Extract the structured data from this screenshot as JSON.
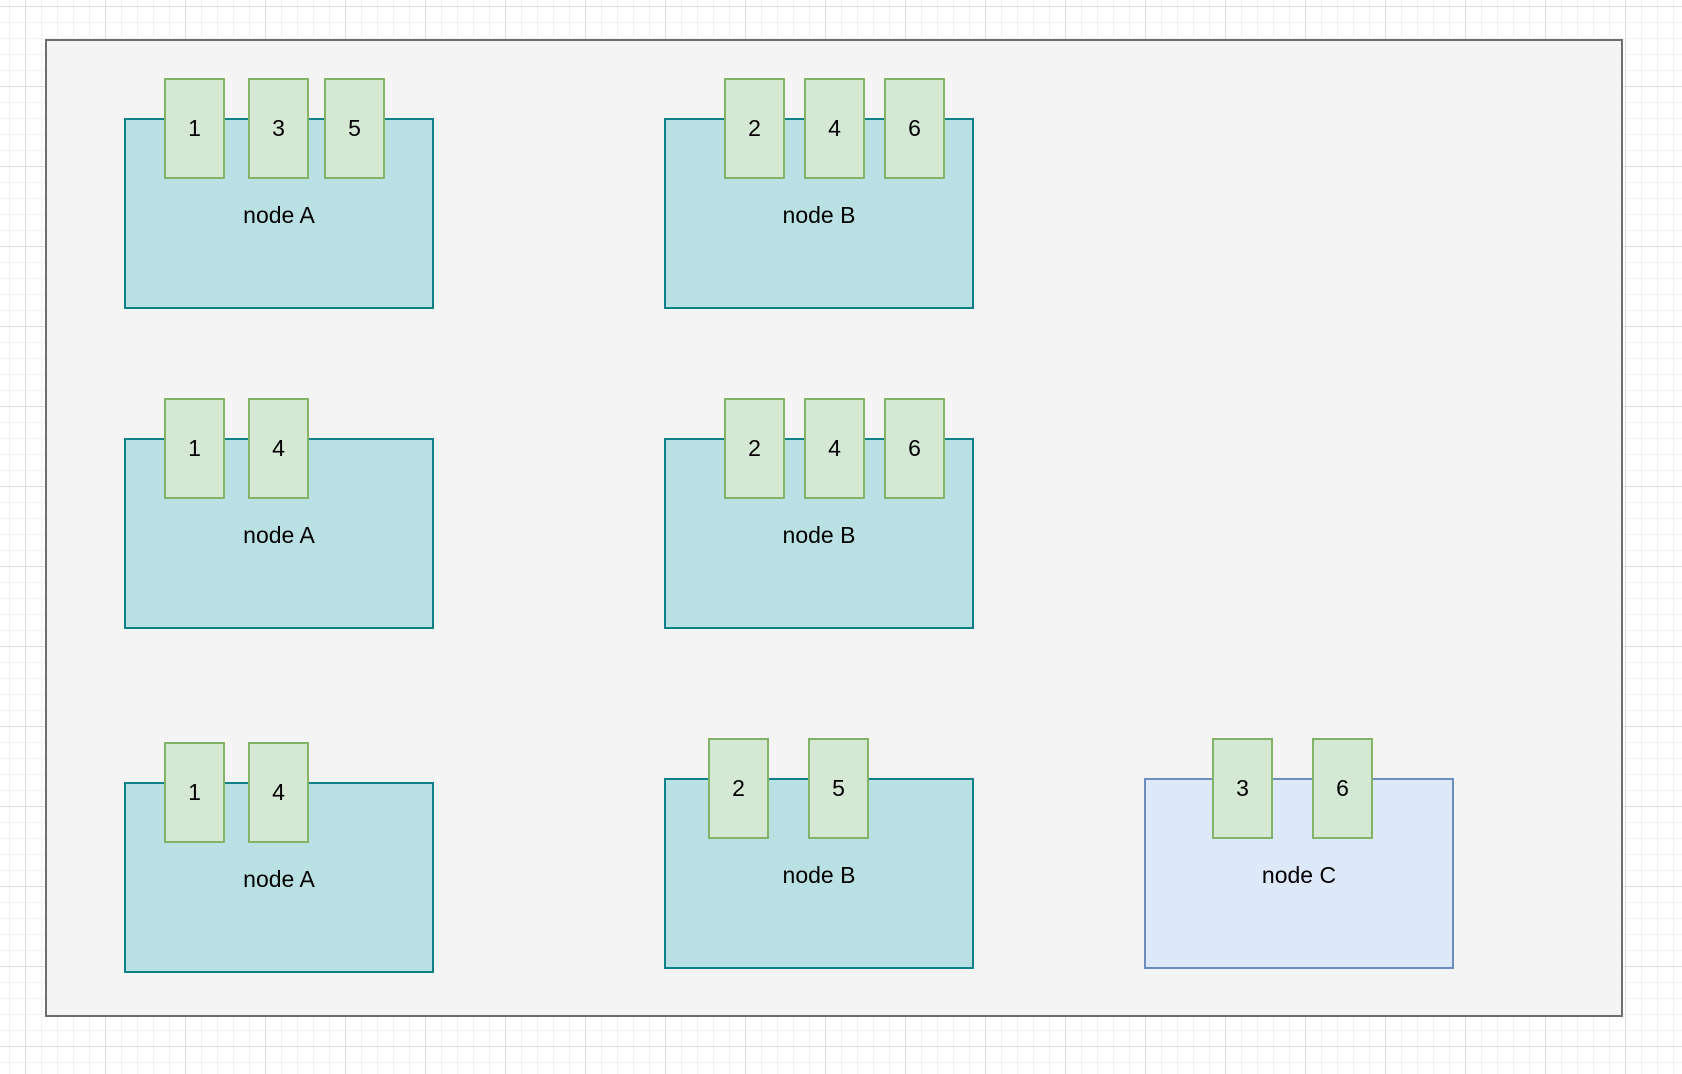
{
  "diagram": {
    "nodes": [
      {
        "label": "node A",
        "partitions": [
          "1",
          "3",
          "5"
        ]
      },
      {
        "label": "node B",
        "partitions": [
          "2",
          "4",
          "6"
        ]
      },
      {
        "label": "node A",
        "partitions": [
          "1",
          "4"
        ]
      },
      {
        "label": "node B",
        "partitions": [
          "2",
          "4",
          "6"
        ]
      },
      {
        "label": "node A",
        "partitions": [
          "1",
          "4"
        ]
      },
      {
        "label": "node B",
        "partitions": [
          "2",
          "5"
        ]
      },
      {
        "label": "node C",
        "partitions": [
          "3",
          "6"
        ]
      }
    ]
  },
  "colors": {
    "canvas_background": "#f4f4f4",
    "canvas_border": "#6e6e6e",
    "node_fill": "#b9e1e3",
    "node_border": "#0e8088",
    "node_c_fill": "#dde8f8",
    "node_c_border": "#6c8ebf",
    "partition_fill": "#d5e8d4",
    "partition_border": "#82b366"
  }
}
